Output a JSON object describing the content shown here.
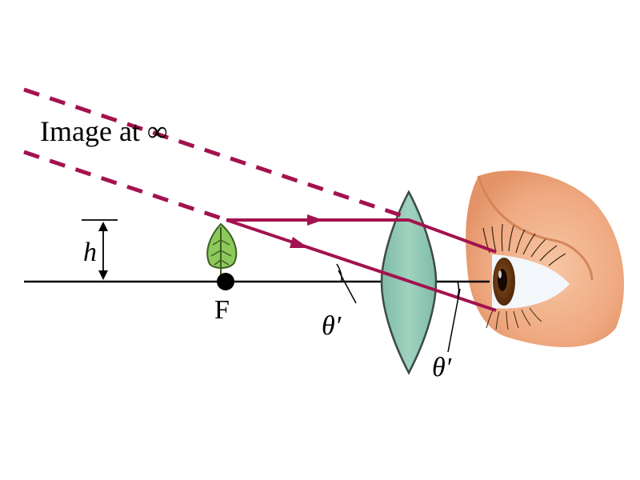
{
  "labels": {
    "image_at_infinity": "Image at ∞",
    "object_height": "h",
    "focal_point": "F",
    "angle_at_lens": "θ′",
    "angle_at_eye": "θ′"
  },
  "colors": {
    "ray": "#a3124f",
    "lens_fill": "#8cc7b3",
    "lens_stroke": "#3d4a46",
    "axis": "#000000",
    "leaf": "#7bbf4a",
    "skin": "#f2b48c",
    "iris": "#6b3a12"
  },
  "icons": {
    "object": "leaf-icon",
    "viewer": "eye-icon"
  }
}
